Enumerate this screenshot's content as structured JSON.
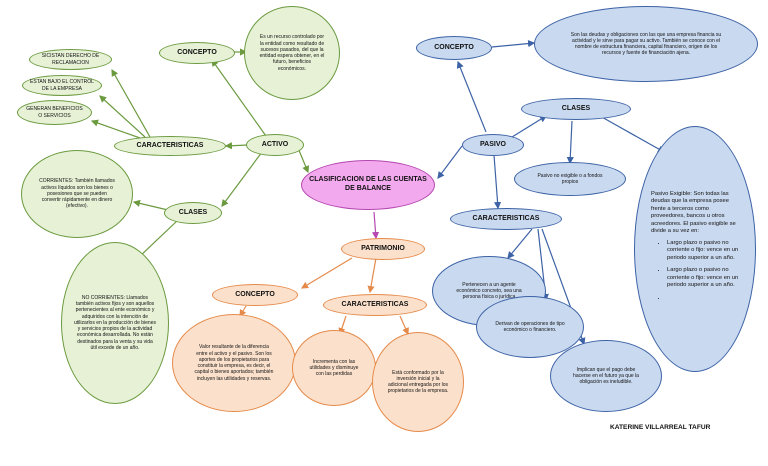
{
  "center": {
    "title": "CLASIFICACION DE LAS CUENTAS DE BALANCE"
  },
  "activo": {
    "label": "ACTIVO",
    "concepto_label": "CONCEPTO",
    "concepto_text": "Es un recurso controlado por la entidad como resultado de sucesos pasados, del que la entidad espera obtener, en el futuro, beneficios económicos.",
    "caracteristicas_label": "CARACTERISTICAS",
    "caracteristicas": [
      "SICISTAN DERECHO DE RECLAMACION",
      "ESTAN BAJO EL CONTROL DE LA EMPRESA",
      "GENERAN BENEFICIOS O SERVICIOS"
    ],
    "clases_label": "CLASES",
    "corrientes": "CORRIENTES: También llamados activos líquidos son los bienes o posesiones que se pueden convertir rápidamente en dinero (efectivo).",
    "no_corrientes": "NO CORRIENTES: Llamados también activos fijos y son aquellos pertenecientes al ente económico y adquiridos con la intención de utilizarlos en la producción de bienes y servicios propios de la actividad económica desarrollada. No están destinados para la venta y su vida útil excede de un año."
  },
  "pasivo": {
    "label": "PASIVO",
    "concepto_label": "CONCEPTO",
    "concepto_text": "Son las deudas y obligaciones con las que una empresa financia su actividad y le sirve para pagar su activo. También se conoce con el nombre de estructura financiera, capital financiero, origen de los recursos y fuente de financiación ajena.",
    "clases_label": "CLASES",
    "no_exigible": "Pasivo no exigible o a fondos propios",
    "exigible_intro": "Pasivo Exigible: Son todas las deudas que la empresa posee frente a terceros como proveedores, bancos u otros acreedores. El pasivo exigible se divide a su vez en:",
    "exigible_items": [
      "Largo plazo o pasivo no corriente o fijo: vence en un periodo superior a un año.",
      "Largo plazo o pasivo no corriente o fijo: vence en un periodo superior a un año.",
      ""
    ],
    "caracteristicas_label": "CARACTERISTICAS",
    "caracteristicas": [
      "Pertenecen a un agente económico concreto, sea una persona física o jurídica",
      "Derivan de operaciones de tipo económico o financiero.",
      "Implican que el pago debe hacerse en el futuro ya que la obligación es ineludible."
    ]
  },
  "patrimonio": {
    "label": "PATRIMONIO",
    "concepto_label": "CONCEPTO",
    "concepto_text": "Valor resultante de la diferencia entre el activo y el pasivo. Son los aportes de los propietarios para constituir la empresa, es decir, el capital o bienes aportados; también incluyen las utilidades y reservas.",
    "caracteristicas_label": "CARACTERISTICAS",
    "caracteristicas": [
      "Incrementa con las utilidades y disminuye con las perdidas",
      "Está conformado por la inversión inicial y la adicional entregada por los propietarios de la empresa."
    ]
  },
  "author": "KATERINE VILLARREAL TAFUR",
  "colors": {
    "green": "#6b9a3f",
    "blue": "#3d63a6",
    "orange": "#e58a4a",
    "pink": "#b548b0"
  }
}
